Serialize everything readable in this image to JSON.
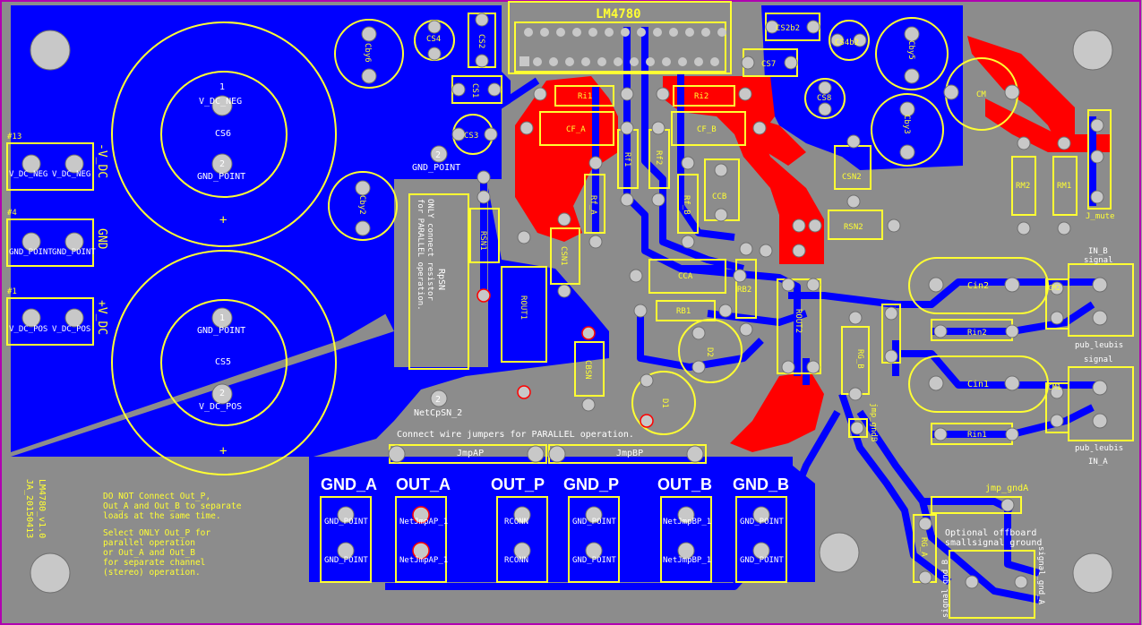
{
  "colors": {
    "background": "#8c8c8c",
    "board_outline": "#b000b0",
    "copper_bottom": "#0000ff",
    "copper_top": "#ff0000",
    "silkscreen": "#ffff33",
    "pad": "#c8c8c8",
    "text_white": "#ffffff"
  },
  "title_block": {
    "chip": "LM4780",
    "board_name": "LM4780_v1.0",
    "date": "JA_20150413"
  },
  "power_connectors": [
    {
      "ref": "#13",
      "label": "-V_DC",
      "pins": [
        "V_DC_NEG",
        "V_DC_NEG"
      ]
    },
    {
      "ref": "#4",
      "label": "GND",
      "pins": [
        "GND_POINT",
        "GND_POINT"
      ]
    },
    {
      "ref": "#1",
      "label": "+V_DC",
      "pins": [
        "V_DC_POS",
        "V_DC_POS"
      ]
    }
  ],
  "big_caps": [
    {
      "ref": "CS6",
      "pin1": "V_DC_NEG",
      "pin2": "GND_POINT"
    },
    {
      "ref": "CS5",
      "pin1": "GND_POINT",
      "pin2": "V_DC_POS"
    }
  ],
  "parts": {
    "cby6": "Cby6",
    "cby2": "Cby2",
    "cs4": "CS4",
    "cs2": "CS2",
    "cs1": "CS1",
    "cs3": "CS3",
    "cs2b2": "CS2b2",
    "cs4b2": "CS4b2",
    "cs7": "CS7",
    "cs8": "CS8",
    "cby5": "Cby5",
    "cby3": "Cby3",
    "cm": "CM",
    "rf1": "Rf1",
    "rf2": "Rf2",
    "ri1": "Ri1",
    "ri2": "Ri2",
    "cf_a": "CF_A",
    "cf_b": "CF_B",
    "rf_a": "Rf_A",
    "rf_b": "Rf_B",
    "ccb": "CCB",
    "cca": "CCA",
    "rb1": "RB1",
    "rb2": "RB2",
    "rout1": "ROUT1",
    "rout2": "ROUT2",
    "rsn1": "RSN1",
    "csn1": "CSN1",
    "csn2": "CSN2",
    "rsn2": "RSN2",
    "cbsn": "CBSN",
    "d1": "D1",
    "d2": "D2",
    "rm1": "RM1",
    "rm2": "RM2",
    "j_mute": "J_mute",
    "cin1": "Cin1",
    "cin2": "Cin2",
    "rin1": "Rin1",
    "rin2": "Rin2",
    "cm1": "CM1",
    "cm2": "CM2",
    "rg_a": "RG_A",
    "rg_b": "RG_B",
    "jmp_gndb": "jmp_gndB",
    "jmp_gnda": "jmp_gndA",
    "gnd_point_2": "GND_POINT",
    "netcpsn": "NetCpSN_2",
    "rpsn_note": [
      "RpSN",
      "ONLY connect resistor",
      "for PARALLEL operation."
    ]
  },
  "inputs": {
    "in_b": {
      "title": "IN_B",
      "sub": "signal",
      "bottom": "pubˍleubis"
    },
    "in_a": {
      "title": "IN_A",
      "sub": "signal",
      "bottom": "pubˍleubis"
    },
    "offboard": "Optional offboard",
    "offboard2": "smallsignal ground",
    "sig_gnd_b": "signal_gnd_B",
    "sig_gnd_a": "signal_gnd_A"
  },
  "jumpers": {
    "note": "Connect wire jumpers for PARALLEL operation.",
    "jmp_ap": "JmpAP",
    "jmp_bp": "JmpBP"
  },
  "outputs": [
    {
      "label": "GND_A",
      "pins": [
        "GND_POINT",
        "GND_POINT"
      ]
    },
    {
      "label": "OUT_A",
      "pins": [
        "NetJmpAP_1",
        "NetJmpAP_1"
      ]
    },
    {
      "label": "OUT_P",
      "pins": [
        "RCONN",
        "RCONN"
      ]
    },
    {
      "label": "GND_P",
      "pins": [
        "GND_POINT",
        "GND_POINT"
      ]
    },
    {
      "label": "OUT_B",
      "pins": [
        "NetJmpBP_1",
        "NetJmpBP_1"
      ]
    },
    {
      "label": "GND_B",
      "pins": [
        "GND_POINT",
        "GND_POINT"
      ]
    }
  ],
  "notes": [
    "DO NOT Connect Out_P,",
    "Out_A and Out_B to separate",
    "loads at the same time.",
    "",
    "Select ONLY Out_P for",
    "parallel operation",
    "or Out_A and Out_B",
    "for separate channel",
    "(stereo) operation."
  ],
  "pin_numbers": {
    "one": "1",
    "two": "2"
  }
}
